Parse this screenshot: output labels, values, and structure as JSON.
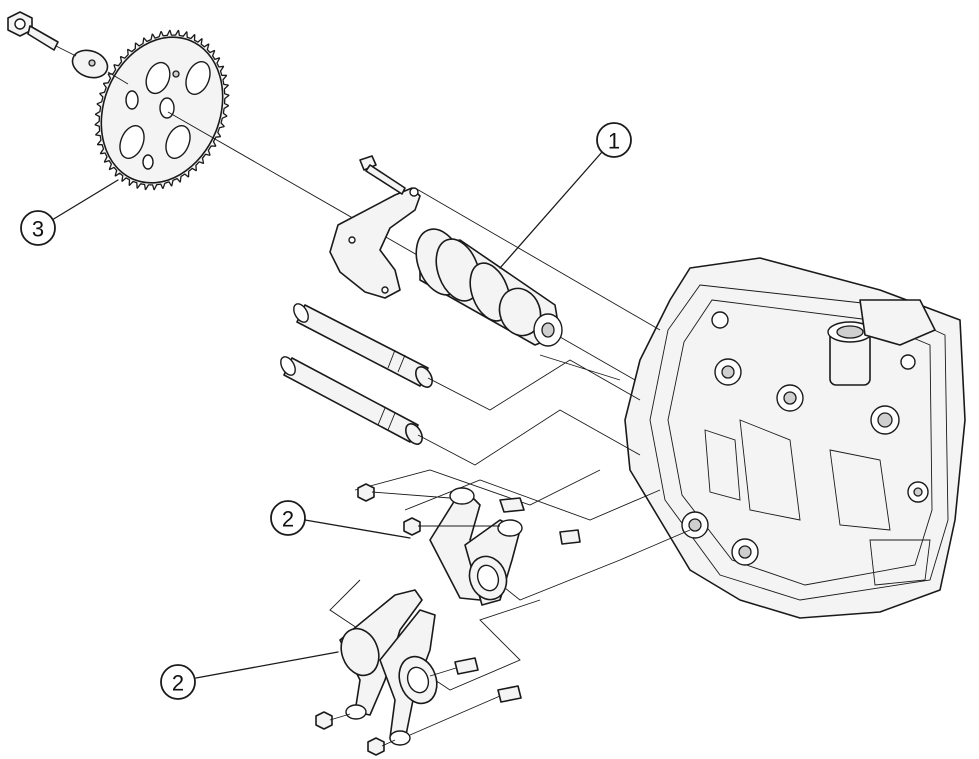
{
  "callouts": [
    {
      "id": "callout-1",
      "label": "1"
    },
    {
      "id": "callout-2-upper",
      "label": "2"
    },
    {
      "id": "callout-2-lower",
      "label": "2"
    },
    {
      "id": "callout-3",
      "label": "3"
    }
  ],
  "colors": {
    "line": "#1a1a1a",
    "fill": "#f4f4f4",
    "background": "#ffffff"
  }
}
